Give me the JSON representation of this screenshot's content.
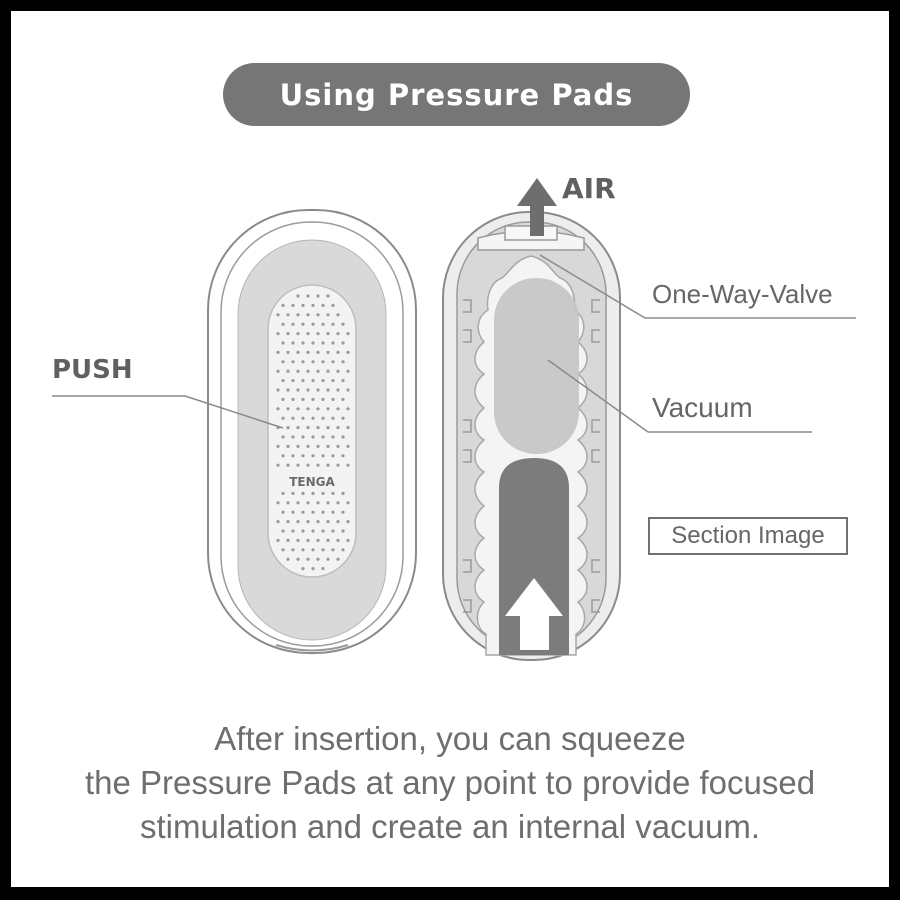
{
  "title": "Using Pressure Pads",
  "labels": {
    "push": "PUSH",
    "air": "AIR",
    "valve": "One-Way-Valve",
    "vacuum": "Vacuum",
    "section": "Section Image",
    "logo": "TENGA"
  },
  "caption": [
    "After insertion, you can squeeze",
    "the Pressure Pads at any point to provide focused",
    "stimulation and create an internal vacuum."
  ],
  "colors": {
    "pill": "#767676",
    "text": "#666666",
    "device_fill": "#d9d9d9",
    "pad_fill": "#f2f2f2",
    "vacuum_fill": "#c4c4c4",
    "plunger_fill": "#7c7c7c"
  }
}
